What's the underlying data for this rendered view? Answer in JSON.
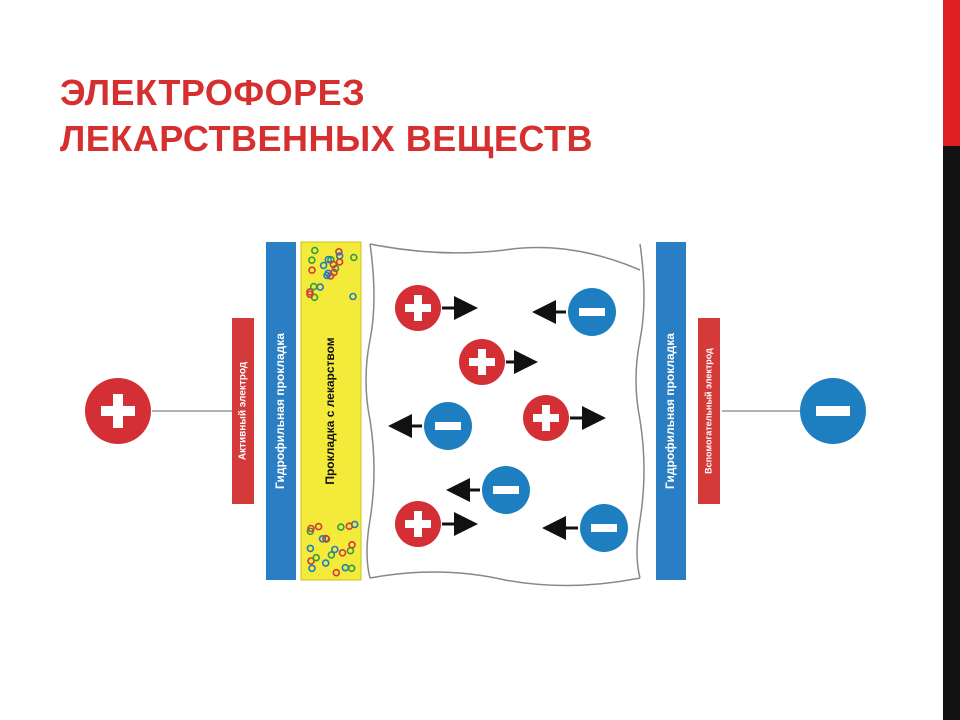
{
  "slide": {
    "title_line1": "ЭЛЕКТРОФОРЕЗ",
    "title_line2": "ЛЕКАРСТВЕННЫХ ВЕЩЕСТВ"
  },
  "diagram": {
    "active_electrode_label": "Активный электрод",
    "hydrophilic_pad_label": "Гидрофильная прокладка",
    "drug_pad_label": "Прокладка с лекарством",
    "hydrophilic_pad_right_label": "Гидрофильная прокладка",
    "indifferent_electrode_label": "Вспомогательный электрод",
    "plus_symbol": "+",
    "minus_symbol": "−"
  },
  "colors": {
    "title": "#d62f2f",
    "positive": "#d42f34",
    "negative": "#1d7fbf",
    "electrode_red": "#d43a3a",
    "pad_blue": "#2a7ec4",
    "drug_pad_yellow": "#f4ea3a",
    "accent_bar_red": "#e02020",
    "accent_bar_black": "#111111"
  }
}
